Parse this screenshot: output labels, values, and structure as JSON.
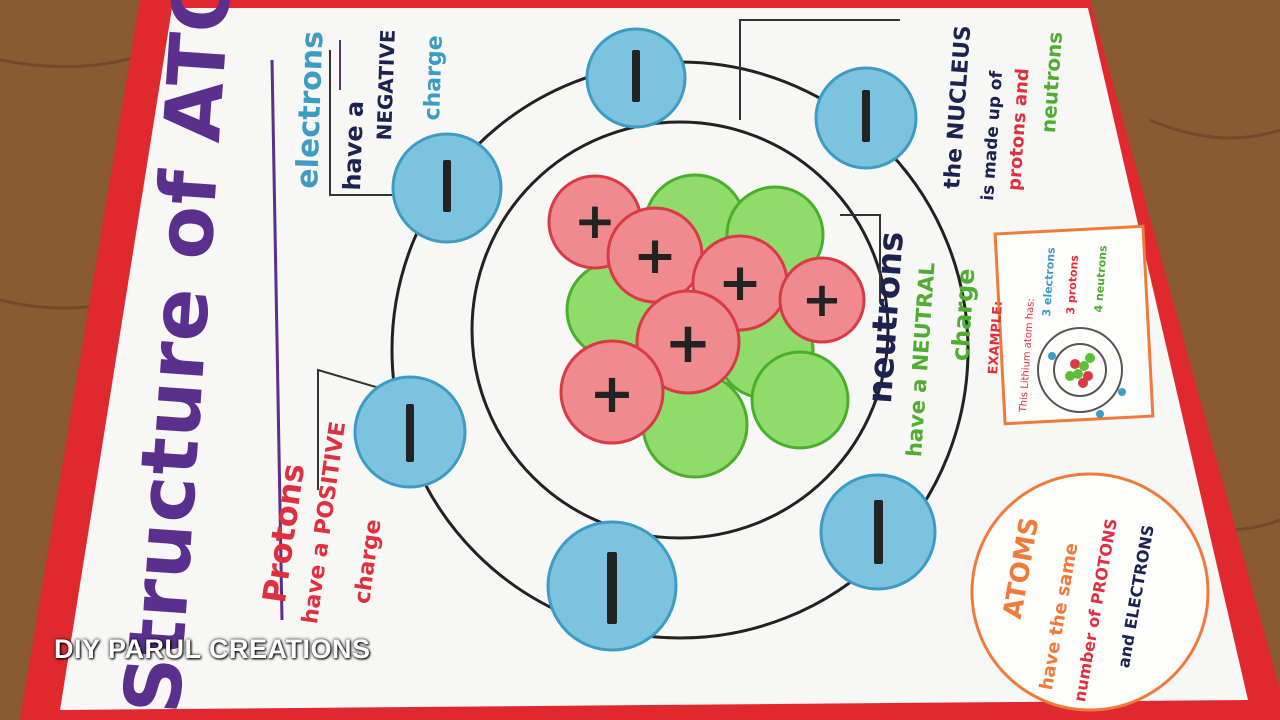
{
  "poster": {
    "title": "Structure of ATOM",
    "electrons_text": [
      "electrons",
      "have a",
      "NEGATIVE",
      "charge"
    ],
    "protons_text": [
      "Protons",
      "have a POSITIVE",
      "charge"
    ],
    "neutrons_text": [
      "neutrons",
      "have a NEUTRAL",
      "charge"
    ],
    "nucleus_text": [
      "the NUCLEUS",
      "is made up of",
      "protons and",
      "neutrons"
    ],
    "example": {
      "heading": "EXAMPLE:",
      "intro": "This Lithium atom has:",
      "items": [
        "3 electrons",
        "3 protons",
        "4 neutrons"
      ]
    },
    "atoms_note": [
      "ATOMS",
      "have the same",
      "number of PROTONS",
      "and ELECTRONS"
    ],
    "electron_symbol": "−",
    "proton_symbol": "+"
  },
  "colors": {
    "board": "#f7f7f5",
    "red_border": "#e0282f",
    "wood": "#8a5a32",
    "title": "#5a2f8e",
    "electron": "#7cc3e0",
    "proton": "#ef8a8f",
    "neutron": "#8fdc6a",
    "orange": "#f07a3a",
    "green": "#4fae2f",
    "navy": "#1c2350",
    "text_red": "#e03040"
  },
  "watermark": "DIY PARUL CREATIONS"
}
